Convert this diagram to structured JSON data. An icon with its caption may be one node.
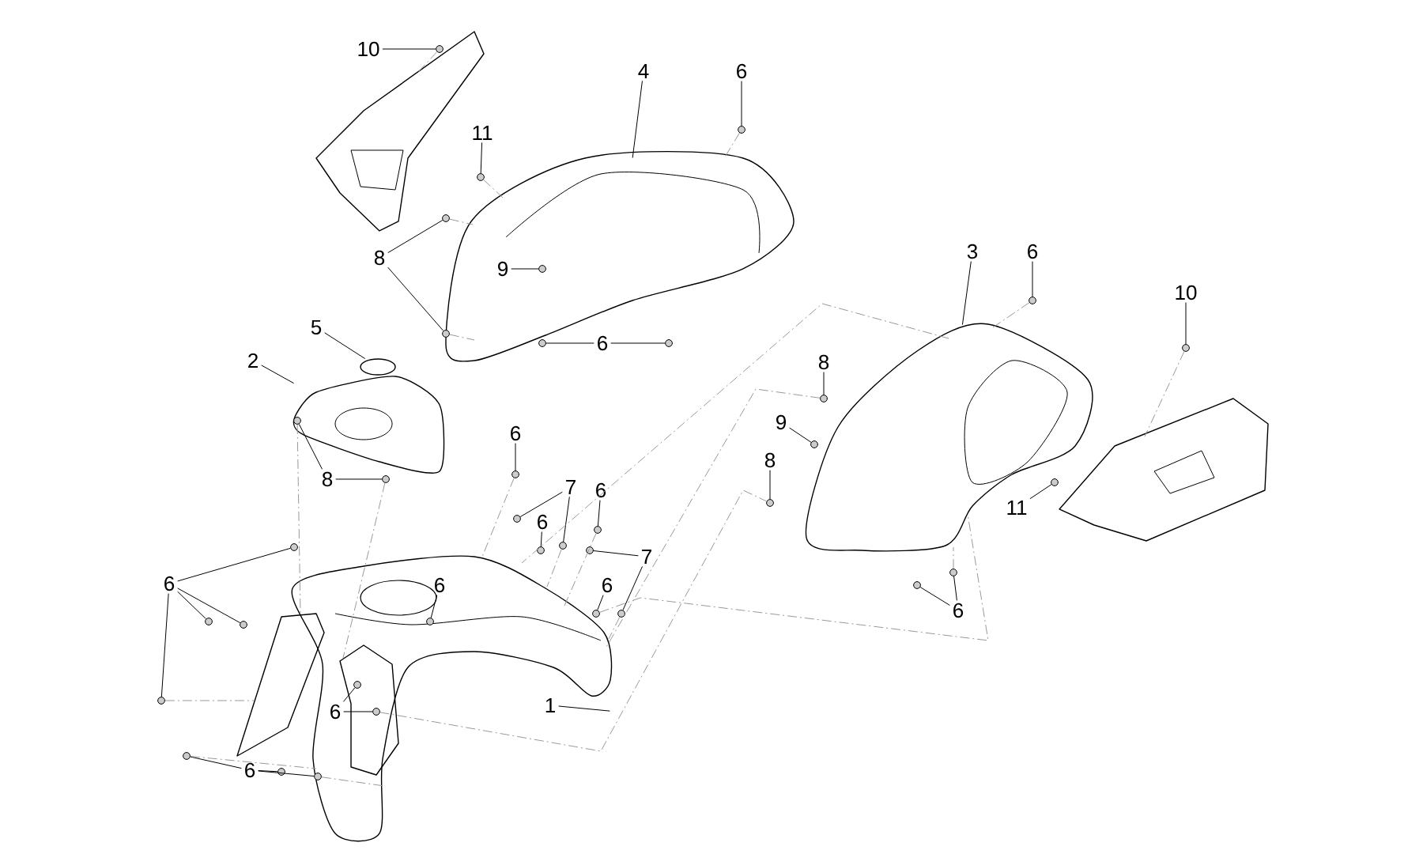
{
  "diagram": {
    "nodes": [
      {
        "text": [
          "10"
        ]
      },
      {
        "text": [
          "11"
        ]
      },
      {
        "text": [
          "4"
        ]
      },
      {
        "text": [
          "6"
        ]
      },
      {
        "text": [
          "8"
        ]
      },
      {
        "text": [
          "9"
        ],
        "in": 30
      },
      {
        "text": [
          "6"
        ]
      },
      {
        "text": [
          "5"
        ]
      },
      {
        "text": [
          "2"
        ]
      },
      {
        "text": [
          "8"
        ]
      },
      {
        "text": [
          "6"
        ]
      },
      {
        "text": [
          "7"
        ]
      },
      {
        "text": [
          "6"
        ]
      },
      {
        "text": [
          "6"
        ]
      },
      {
        "text": [
          "7"
        ]
      },
      {
        "text": [
          "6"
        ]
      },
      {
        "text": [
          "6"
        ],
        "in": 33
      },
      {
        "text": [
          "6"
        ]
      },
      {
        "text": [
          "1"
        ]
      },
      {
        "text": [
          "6"
        ],
        "in": 35
      },
      {
        "text": [
          "6"
        ]
      },
      {
        "text": [
          "3"
        ]
      },
      {
        "text": [
          "6"
        ]
      },
      {
        "text": [
          "10"
        ]
      },
      {
        "text": [
          "8"
        ]
      },
      {
        "text": [
          "9"
        ]
      },
      {
        "text": [
          "8"
        ]
      },
      {
        "text": [
          "11"
        ]
      },
      {
        "text": [
          "6"
        ]
      },
      {
        "text": [],
        "shape": "picture"
      },
      {
        "text": [],
        "shape": "picture"
      },
      {
        "text": [],
        "shape": "picture"
      },
      {
        "text": [],
        "shape": "circle"
      },
      {
        "text": [],
        "shape": "picture"
      },
      {
        "text": [],
        "shape": "picture"
      },
      {
        "text": [],
        "shape": "picture",
        "in": 33
      },
      {
        "text": [],
        "shape": "picture"
      },
      {
        "text": [],
        "shape": "picture"
      },
      {
        "text": [],
        "shape": "circle"
      },
      {
        "text": [],
        "shape": "circle"
      },
      {
        "text": [],
        "shape": "circle"
      },
      {
        "text": [],
        "shape": "circle"
      },
      {
        "text": [],
        "shape": "circle"
      },
      {
        "text": [],
        "shape": "circle",
        "in": 30
      },
      {
        "text": [],
        "shape": "circle"
      },
      {
        "text": [],
        "shape": "circle"
      },
      {
        "text": [],
        "shape": "circle"
      },
      {
        "text": [],
        "shape": "circle"
      },
      {
        "text": [],
        "shape": "circle"
      },
      {
        "text": [],
        "shape": "circle"
      },
      {
        "text": [],
        "shape": "circle"
      },
      {
        "text": [],
        "shape": "circle"
      },
      {
        "text": [],
        "shape": "circle"
      },
      {
        "text": [],
        "shape": "circle"
      },
      {
        "text": [],
        "shape": "circle"
      },
      {
        "text": [],
        "shape": "circle",
        "in": 33
      },
      {
        "text": [],
        "shape": "circle"
      },
      {
        "text": [],
        "shape": "circle"
      },
      {
        "text": [],
        "shape": "circle"
      },
      {
        "text": [],
        "shape": "circle"
      },
      {
        "text": [],
        "shape": "circle",
        "in": 35
      },
      {
        "text": [],
        "shape": "circle",
        "in": 35
      },
      {
        "text": [],
        "shape": "circle"
      },
      {
        "text": [],
        "shape": "circle"
      },
      {
        "text": [],
        "shape": "circle",
        "in": 33
      },
      {
        "text": [],
        "shape": "circle"
      },
      {
        "text": [],
        "shape": "circle"
      },
      {
        "text": [],
        "shape": "circle"
      },
      {
        "text": [],
        "shape": "circle"
      },
      {
        "text": [],
        "shape": "circle"
      },
      {
        "text": [],
        "shape": "circle"
      },
      {
        "text": [],
        "shape": "circle"
      },
      {
        "text": [],
        "shape": "circle"
      },
      {
        "text": [],
        "shape": "circle",
        "in": 31
      }
    ],
    "edges": [
      {
        "from": 0,
        "to": 38,
        "arrow": "none"
      },
      {
        "from": 1,
        "to": 39,
        "arrow": "none"
      },
      {
        "from": 2,
        "to": 30,
        "arrow": "none"
      },
      {
        "from": 3,
        "to": 40,
        "arrow": "none"
      },
      {
        "from": 4,
        "to": 41,
        "arrow": "none"
      },
      {
        "from": 4,
        "to": 42,
        "arrow": "none"
      },
      {
        "from": 5,
        "to": 43,
        "arrow": "none"
      },
      {
        "from": 6,
        "to": 44,
        "arrow": "none"
      },
      {
        "from": 6,
        "to": 45,
        "arrow": "none"
      },
      {
        "from": 7,
        "to": 32,
        "arrow": "none"
      },
      {
        "from": 8,
        "to": 31,
        "arrow": "none"
      },
      {
        "from": 9,
        "to": 73,
        "arrow": "none"
      },
      {
        "from": 9,
        "to": 46,
        "arrow": "none"
      },
      {
        "from": 10,
        "to": 47,
        "arrow": "none"
      },
      {
        "from": 11,
        "to": 48,
        "arrow": "none"
      },
      {
        "from": 11,
        "to": 49,
        "arrow": "none"
      },
      {
        "from": 12,
        "to": 50,
        "arrow": "none"
      },
      {
        "from": 13,
        "to": 51,
        "arrow": "none"
      },
      {
        "from": 14,
        "to": 52,
        "arrow": "none"
      },
      {
        "from": 14,
        "to": 53,
        "arrow": "none"
      },
      {
        "from": 15,
        "to": 54,
        "arrow": "none"
      },
      {
        "from": 16,
        "to": 55,
        "arrow": "none"
      },
      {
        "from": 17,
        "to": 56,
        "arrow": "none"
      },
      {
        "from": 17,
        "to": 57,
        "arrow": "none"
      },
      {
        "from": 17,
        "to": 58,
        "arrow": "none"
      },
      {
        "from": 17,
        "to": 59,
        "arrow": "none"
      },
      {
        "from": 18,
        "to": 33,
        "arrow": "none"
      },
      {
        "from": 19,
        "to": 60,
        "arrow": "none"
      },
      {
        "from": 19,
        "to": 61,
        "arrow": "none"
      },
      {
        "from": 20,
        "to": 62,
        "arrow": "none"
      },
      {
        "from": 20,
        "to": 63,
        "arrow": "none"
      },
      {
        "from": 20,
        "to": 64,
        "arrow": "none"
      },
      {
        "from": 21,
        "to": 36,
        "arrow": "none"
      },
      {
        "from": 22,
        "to": 65,
        "arrow": "none"
      },
      {
        "from": 23,
        "to": 66,
        "arrow": "none"
      },
      {
        "from": 24,
        "to": 67,
        "arrow": "none"
      },
      {
        "from": 25,
        "to": 68,
        "arrow": "none"
      },
      {
        "from": 26,
        "to": 69,
        "arrow": "none"
      },
      {
        "from": 27,
        "to": 70,
        "arrow": "none"
      },
      {
        "from": 28,
        "to": 71,
        "arrow": "none"
      },
      {
        "from": 28,
        "to": 72,
        "arrow": "none"
      },
      {
        "from": 38,
        "to": 29,
        "arrow": "none",
        "style": "dashed",
        "color": "#999999"
      },
      {
        "from": 39,
        "to": 30,
        "arrow": "none",
        "style": "dashed",
        "color": "#999999"
      },
      {
        "from": 41,
        "to": 30,
        "arrow": "none",
        "style": "dashed",
        "color": "#999999"
      },
      {
        "from": 42,
        "to": 30,
        "arrow": "none",
        "style": "dashed",
        "color": "#999999"
      },
      {
        "from": 40,
        "to": 30,
        "arrow": "none",
        "style": "dashed",
        "color": "#999999"
      },
      {
        "from": 73,
        "to": 34,
        "arrow": "none",
        "style": "dashed",
        "color": "#999999"
      },
      {
        "from": 46,
        "to": 35,
        "arrow": "none",
        "style": "dashed",
        "color": "#999999"
      },
      {
        "from": 59,
        "to": 34,
        "arrow": "none",
        "style": "dashed",
        "color": "#999999"
      },
      {
        "from": 62,
        "to": 33,
        "arrow": "none",
        "style": "dashed",
        "color": "#999999"
      },
      {
        "from": 64,
        "to": 33,
        "arrow": "none",
        "style": "dashed",
        "color": "#999999"
      },
      {
        "from": 61,
        "to": 69,
        "arrow": "none",
        "style": "dashed",
        "color": "#999999"
      },
      {
        "from": 67,
        "to": 33,
        "arrow": "none",
        "style": "dashed",
        "color": "#999999"
      },
      {
        "from": 36,
        "to": 33,
        "arrow": "none",
        "style": "dashed",
        "color": "#999999"
      },
      {
        "from": 65,
        "to": 36,
        "arrow": "none",
        "style": "dashed",
        "color": "#999999"
      },
      {
        "from": 72,
        "to": 36,
        "arrow": "none",
        "style": "dashed",
        "color": "#999999"
      },
      {
        "from": 54,
        "to": 36,
        "arrow": "none",
        "style": "dashed",
        "color": "#999999"
      },
      {
        "from": 66,
        "to": 37,
        "arrow": "none",
        "style": "dashed",
        "color": "#999999"
      },
      {
        "from": 47,
        "to": 33,
        "arrow": "none",
        "style": "dashed",
        "color": "#999999"
      },
      {
        "from": 51,
        "to": 33,
        "arrow": "none",
        "style": "dashed",
        "color": "#999999"
      },
      {
        "from": 49,
        "to": 33,
        "arrow": "none",
        "style": "dashed",
        "color": "#999999"
      },
      {
        "from": 53,
        "to": 33,
        "arrow": "none",
        "style": "dashed",
        "color": "#999999"
      }
    ]
  }
}
